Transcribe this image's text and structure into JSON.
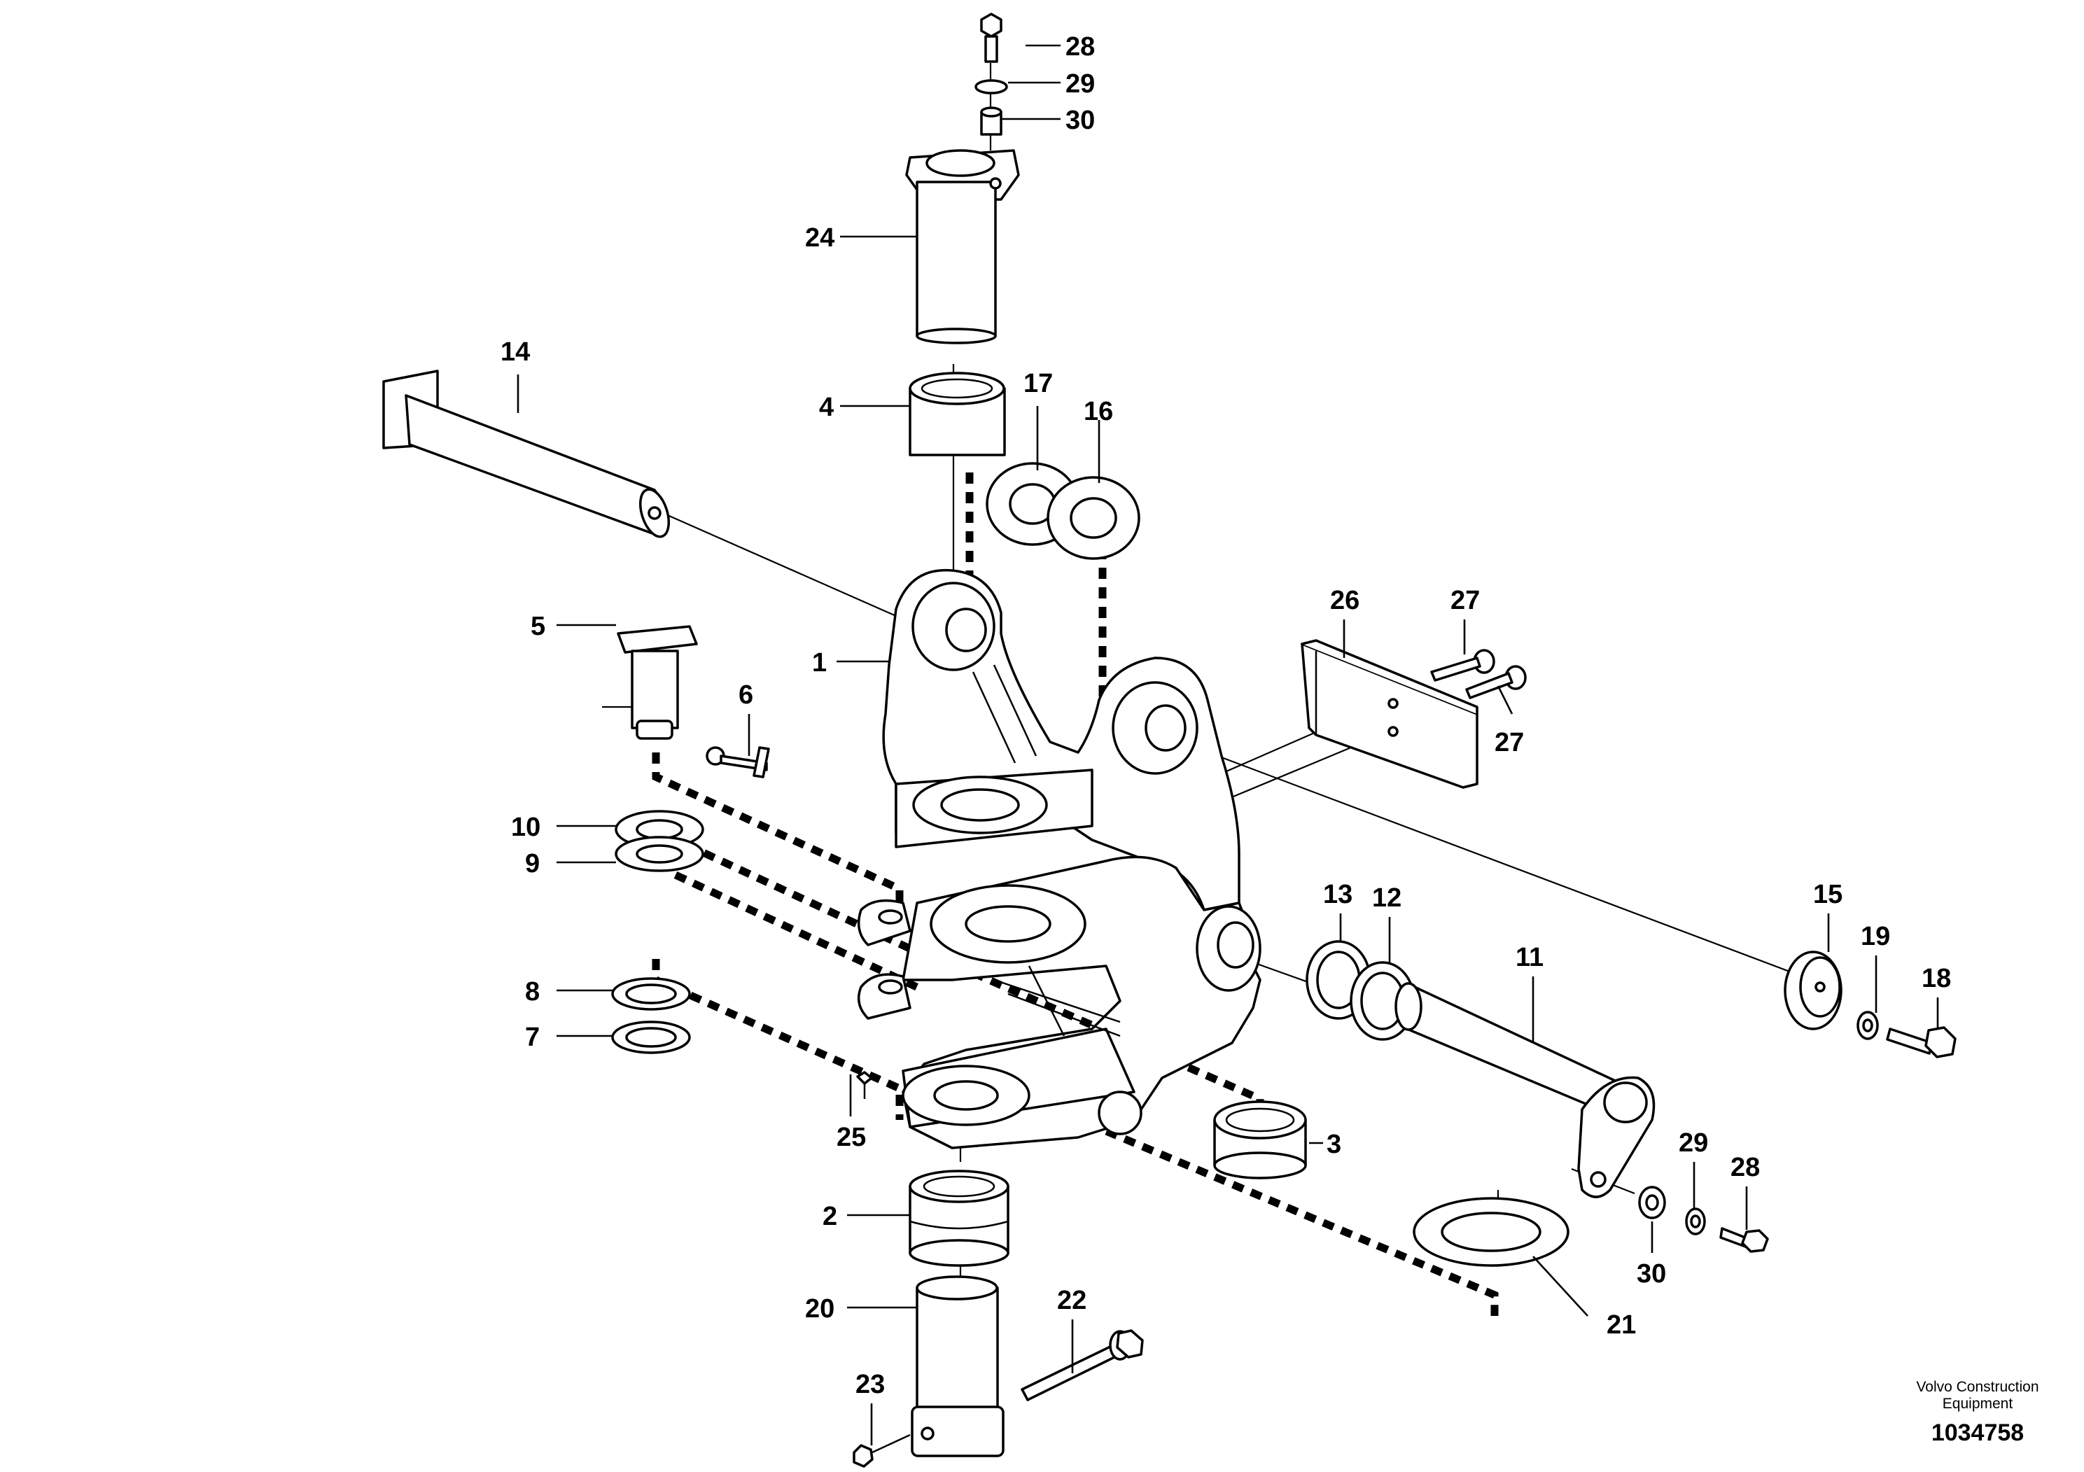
{
  "callouts": {
    "c1": "1",
    "c2": "2",
    "c3": "3",
    "c4": "4",
    "c5": "5",
    "c6": "6",
    "c7": "7",
    "c8": "8",
    "c9": "9",
    "c10": "10",
    "c11": "11",
    "c12": "12",
    "c13": "13",
    "c14": "14",
    "c15": "15",
    "c16": "16",
    "c17": "17",
    "c18": "18",
    "c19": "19",
    "c20": "20",
    "c21": "21",
    "c22": "22",
    "c23": "23",
    "c24": "24",
    "c25": "25",
    "c26": "26",
    "c27a": "27",
    "c27b": "27",
    "c28a": "28",
    "c28b": "28",
    "c29a": "29",
    "c29b": "29",
    "c30a": "30",
    "c30b": "30"
  },
  "footer": {
    "credit_line1": "Volvo Construction",
    "credit_line2": "Equipment",
    "drawing_number": "1034758"
  }
}
